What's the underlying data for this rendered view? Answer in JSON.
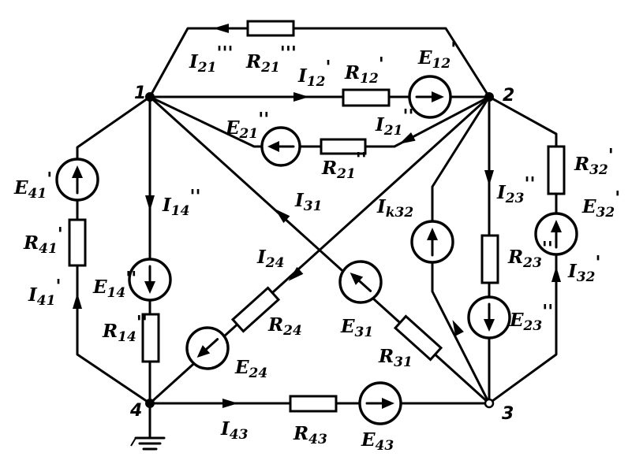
{
  "nodes": {
    "n1": "1",
    "n2": "2",
    "n3": "3",
    "n4": "4"
  },
  "labels": {
    "I21ppp": {
      "main": "I",
      "sub": "21",
      "prime": "'''"
    },
    "R21ppp": {
      "main": "R",
      "sub": "21",
      "prime": "'''"
    },
    "I12p": {
      "main": "I",
      "sub": "12",
      "prime": "'"
    },
    "R12p": {
      "main": "R",
      "sub": "12",
      "prime": "'"
    },
    "E12p": {
      "main": "E",
      "sub": "12",
      "prime": "'"
    },
    "E21pp": {
      "main": "E",
      "sub": "21",
      "prime": "''"
    },
    "I21pp": {
      "main": "I",
      "sub": "21",
      "prime": "''"
    },
    "R21pp": {
      "main": "R",
      "sub": "21",
      "prime": "''"
    },
    "R32p": {
      "main": "R",
      "sub": "32",
      "prime": "'"
    },
    "E32p": {
      "main": "E",
      "sub": "32",
      "prime": "'"
    },
    "I32p": {
      "main": "I",
      "sub": "32",
      "prime": "'"
    },
    "E41p": {
      "main": "E",
      "sub": "41",
      "prime": "'"
    },
    "R41p": {
      "main": "R",
      "sub": "41",
      "prime": "'"
    },
    "I41p": {
      "main": "I",
      "sub": "41",
      "prime": "'"
    },
    "I14pp": {
      "main": "I",
      "sub": "14",
      "prime": "''"
    },
    "E14pp": {
      "main": "E",
      "sub": "14",
      "prime": "''"
    },
    "R14pp": {
      "main": "R",
      "sub": "14",
      "prime": "''"
    },
    "I31": {
      "main": "I",
      "sub": "31",
      "prime": ""
    },
    "Ik32": {
      "main": "I",
      "sub": "k32",
      "prime": ""
    },
    "I23pp": {
      "main": "I",
      "sub": "23",
      "prime": "''"
    },
    "R23pp": {
      "main": "R",
      "sub": "23",
      "prime": "''"
    },
    "E23pp": {
      "main": "E",
      "sub": "23",
      "prime": "''"
    },
    "I24": {
      "main": "I",
      "sub": "24",
      "prime": ""
    },
    "R24": {
      "main": "R",
      "sub": "24",
      "prime": ""
    },
    "E24": {
      "main": "E",
      "sub": "24",
      "prime": ""
    },
    "E31": {
      "main": "E",
      "sub": "31",
      "prime": ""
    },
    "R31": {
      "main": "R",
      "sub": "31",
      "prime": ""
    },
    "I43": {
      "main": "I",
      "sub": "43",
      "prime": ""
    },
    "R43": {
      "main": "R",
      "sub": "43",
      "prime": ""
    },
    "E43": {
      "main": "E",
      "sub": "43",
      "prime": ""
    }
  }
}
